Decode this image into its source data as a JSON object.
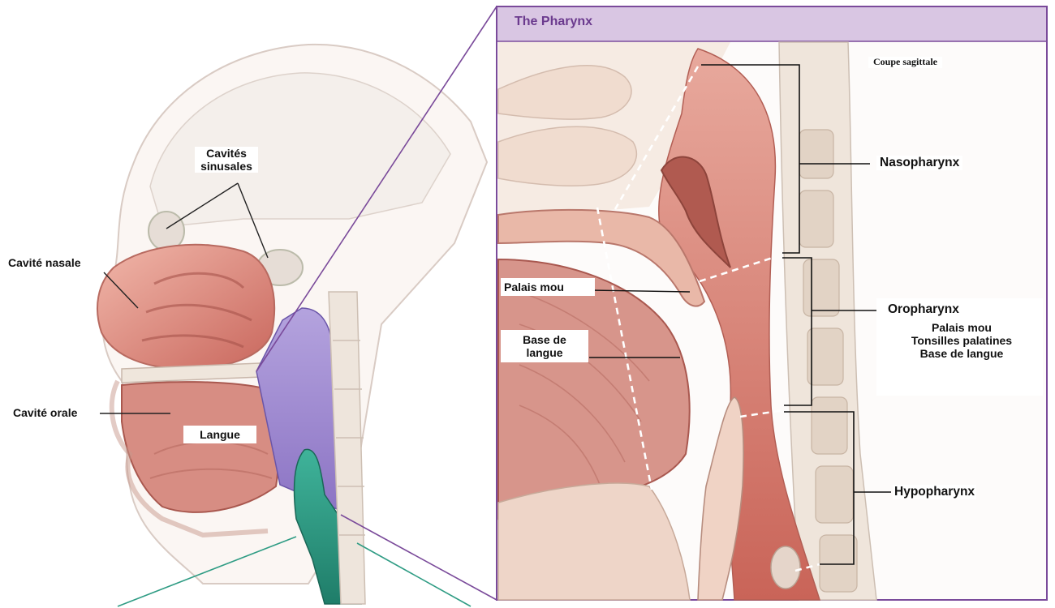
{
  "panel": {
    "title": "The Pharynx",
    "subtitle": "Coupe sagittale"
  },
  "labels": {
    "cavites_sinusales_1": "Cavités",
    "cavites_sinusales_2": "sinusales",
    "cavite_nasale": "Cavité nasale",
    "cavite_orale": "Cavité orale",
    "langue": "Langue",
    "palais_mou": "Palais mou",
    "base_de_langue_1": "Base de",
    "base_de_langue_2": "langue",
    "nasopharynx": "Nasopharynx",
    "oropharynx": "Oropharynx",
    "oro_item_1": "Palais mou",
    "oro_item_2": "Tonsilles palatines",
    "oro_item_3": "Base de langue",
    "hypopharynx": "Hypopharynx"
  },
  "colors": {
    "panel_border": "#7a4a9a",
    "panel_header": "#d9c6e3",
    "title_text": "#6b3a8e",
    "pharynx_highlight": "#9b86cf",
    "larynx_highlight": "#2f9c84",
    "tissue_pink": "#d98a82",
    "tissue_light": "#f0c9bd",
    "bone": "#efe6dc"
  }
}
